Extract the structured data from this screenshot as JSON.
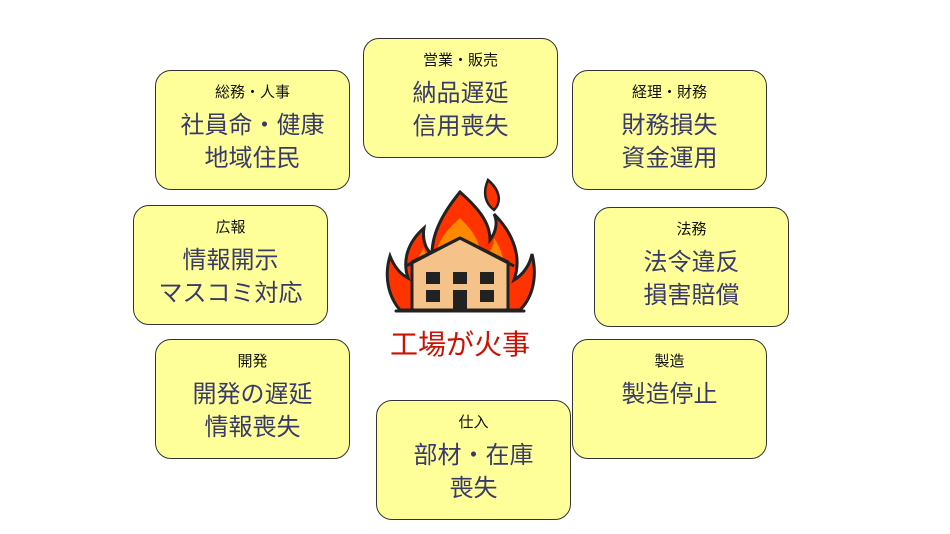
{
  "center": {
    "label": "工場が火事",
    "icon": "burning-factory-icon"
  },
  "colors": {
    "node_fill": "#ffff99",
    "node_border": "#333333",
    "impact_text": "#3a3a6a",
    "center_text": "#cc1100",
    "flame_outer": "#ff3300",
    "flame_inner": "#ff8800",
    "building": "#f5c38a"
  },
  "departments": [
    {
      "id": "sales",
      "dept": "営業・販売",
      "lines": [
        "納品遅延",
        "信用喪失"
      ]
    },
    {
      "id": "general-affairs",
      "dept": "総務・人事",
      "lines": [
        "社員命・健康",
        "地域住民"
      ]
    },
    {
      "id": "accounting",
      "dept": "経理・財務",
      "lines": [
        "財務損失",
        "資金運用"
      ]
    },
    {
      "id": "pr",
      "dept": "広報",
      "lines": [
        "情報開示",
        "マスコミ対応"
      ]
    },
    {
      "id": "legal",
      "dept": "法務",
      "lines": [
        "法令違反",
        "損害賠償"
      ]
    },
    {
      "id": "development",
      "dept": "開発",
      "lines": [
        "開発の遅延",
        "情報喪失"
      ]
    },
    {
      "id": "manufacturing",
      "dept": "製造",
      "lines": [
        "製造停止"
      ]
    },
    {
      "id": "purchasing",
      "dept": "仕入",
      "lines": [
        "部材・在庫",
        "喪失"
      ]
    }
  ]
}
